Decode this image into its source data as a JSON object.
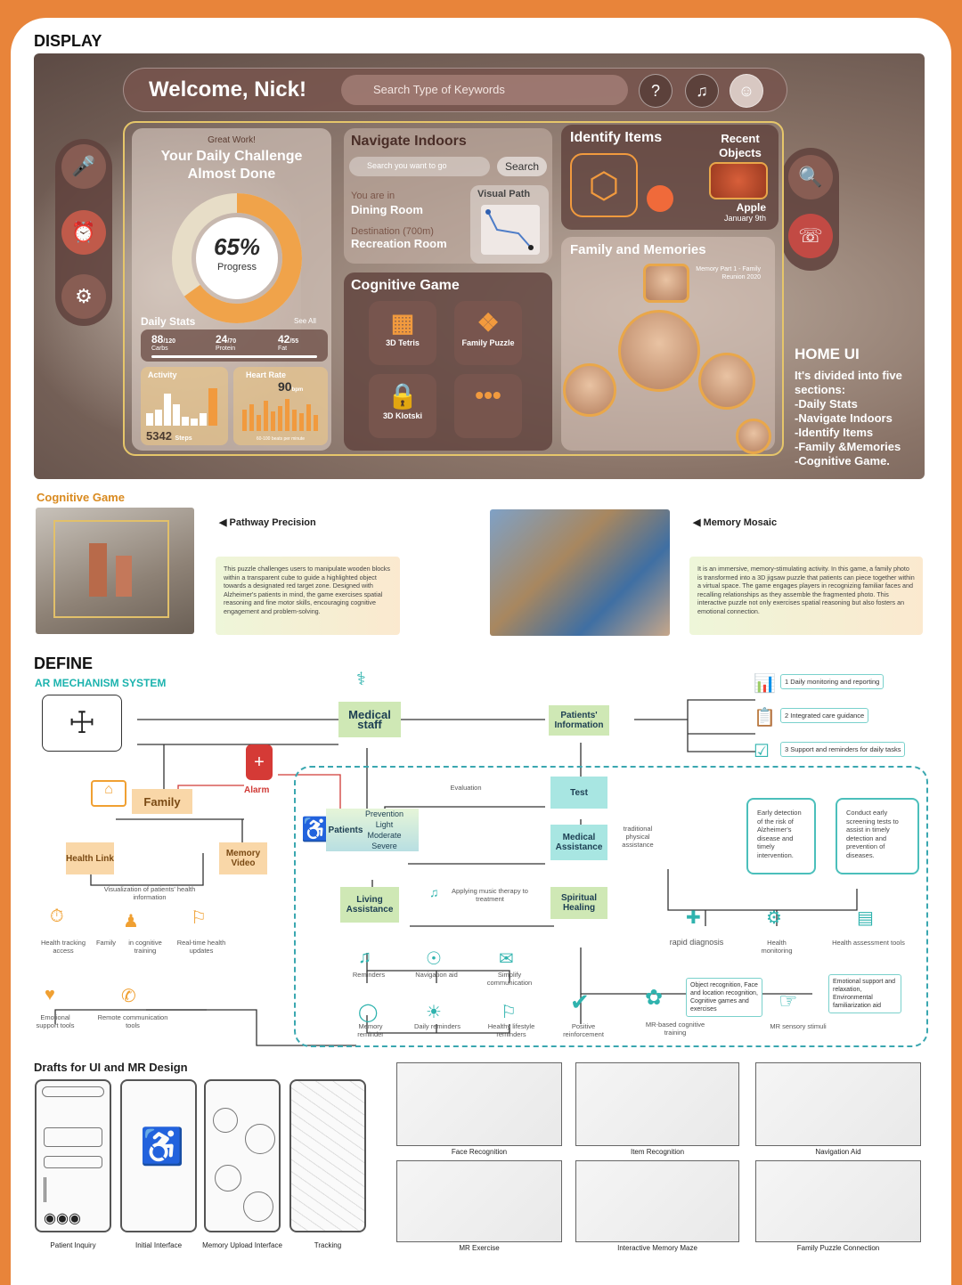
{
  "section_titles": {
    "display": "DISPLAY",
    "define": "DEFINE",
    "ar_system": "AR MECHANISM SYSTEM",
    "cognitive_game": "Cognitive Game",
    "drafts": "Drafts for UI and MR Design"
  },
  "ui": {
    "welcome": "Welcome, Nick!",
    "search_placeholder": "Search Type of Keywords",
    "daily": {
      "eyebrow": "Great Work!",
      "title": "Your Daily Challenge Almost Done",
      "progress_value": "65%",
      "progress_fraction": 0.65,
      "progress_label": "Progress",
      "stats_title": "Daily Stats",
      "see_all": "See All",
      "stats": [
        {
          "value": "88",
          "max": "/120",
          "label": "Carbs"
        },
        {
          "value": "24",
          "max": "/70",
          "label": "Protein"
        },
        {
          "value": "42",
          "max": "/55",
          "label": "Fat"
        }
      ],
      "activity_label": "Activity",
      "steps": "5342",
      "steps_unit": "Steps",
      "heart_label": "Heart Rate",
      "bpm": "90",
      "bpm_unit": "bpm",
      "heart_note": "60-100 beats per minute"
    },
    "navigate": {
      "title": "Navigate Indoors",
      "search_placeholder": "Search you want to go",
      "search_btn": "Search",
      "you_are_in": "You are in",
      "location": "Dining Room",
      "dest_label": "Destination (700m)",
      "destination": "Recreation Room",
      "visual_path": "Visual Path"
    },
    "cognitive": {
      "title": "Cognitive Game",
      "tiles": [
        "3D Tetris",
        "Family Puzzle",
        "3D Klotski",
        ""
      ]
    },
    "identify": {
      "title": "Identify Items",
      "recent": "Recent Objects",
      "item": "Apple",
      "date": "January 9th"
    },
    "family": {
      "title": "Family and Memories",
      "memory_caption": "Memory Part 1 - Family Reunion 2020"
    },
    "home": {
      "title": "HOME UI",
      "body": "It's divided into five sections:",
      "items": [
        "-Daily Stats",
        "-Navigate Indoors",
        "-Identify Items",
        "-Family &Memories",
        "-Cognitive Game."
      ]
    }
  },
  "games": {
    "pathway": {
      "title": "Pathway Precision",
      "desc": "This puzzle challenges users to manipulate wooden blocks within a transparent cube to guide a highlighted object towards a designated red target zone. Designed with Alzheimer's patients in mind, the game exercises spatial reasoning and fine motor skills, encouraging cognitive engagement and problem-solving."
    },
    "mosaic": {
      "title": "Memory Mosaic",
      "desc": "It is an immersive, memory-stimulating activity. In this game, a family photo is transformed into a 3D jigsaw puzzle that patients can piece together within a virtual space. The game engages players in recognizing familiar faces and recalling relationships as they assemble the fragmented photo. This interactive puzzle not only exercises spatial reasoning but also fosters an emotional connection."
    }
  },
  "diagram": {
    "medical_staff": "Medical staff",
    "patients_info": "Patients' Information",
    "right_list": [
      "1 Daily monitoring and reporting",
      "2 Integrated care guidance",
      "3 Support and reminders for daily tasks"
    ],
    "alarm": "Alarm",
    "family": "Family",
    "health_link": "Health Link",
    "memory_video": "Memory Video",
    "visualization": "Visualization of patients' health information",
    "left_icons": [
      "Health tracking access",
      "Family",
      "in cognitive training",
      "Real-time health updates",
      "Emotional support tools",
      "Remote communication tools"
    ],
    "evaluation": "Evaluation",
    "test": "Test",
    "patients": "Patients",
    "severity": [
      "Prevention",
      "Light",
      "Moderate",
      "Severe"
    ],
    "medical_assistance": "Medical Assistance",
    "traditional": "traditional physical assistance",
    "living_assistance": "Living Assistance",
    "music": "Applying music therapy to treatment",
    "spiritual": "Spiritual Healing",
    "card1": "Early detection of the risk of Alzheimer's disease and timely intervention.",
    "card2": "Conduct early screening tests to assist in timely detection and prevention of diseases.",
    "diag_icons": [
      "rapid diagnosis",
      "Health monitoring",
      "Health assessment tools"
    ],
    "reminders": [
      "Reminders",
      "Navigation aid",
      "Simplify communication",
      "Memory reminder",
      "Daily reminders",
      "Healthy lifestyle reminders",
      "Positive reinforcement",
      "MR-based cognitive training",
      "MR sensory stimuli"
    ],
    "obj_rec": "Object recognition, Face and location recognition, Cognitive games and exercises",
    "emotional": "Emotional support and relaxation, Environmental familiarization aid"
  },
  "drafts": {
    "phones": [
      "Patient Inquiry",
      "Initial Interface",
      "Memory Upload Interface",
      "Tracking"
    ],
    "sketches": [
      "Face Recognition",
      "Item Recognition",
      "Navigation Aid",
      "MR Exercise",
      "Interactive Memory Maze",
      "Family Puzzle Connection"
    ]
  },
  "colors": {
    "orange": "#e8843a",
    "teal": "#1cb3ae",
    "accent": "#f19a3e"
  }
}
